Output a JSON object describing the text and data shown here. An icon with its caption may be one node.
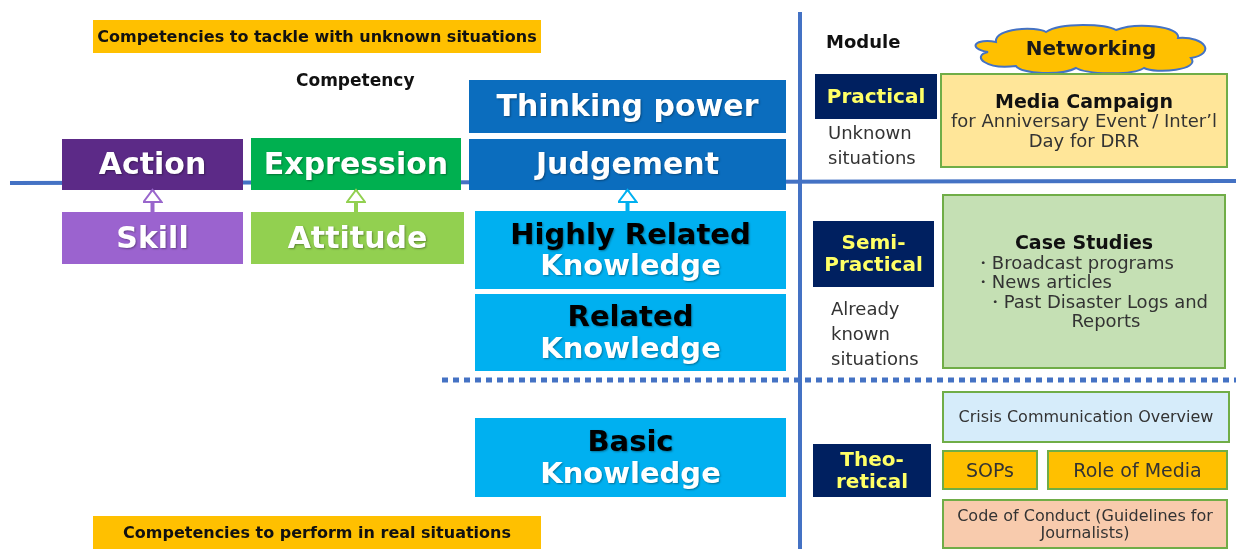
{
  "diagram": {
    "nodes": [
      {
        "text": [
          "Competencies to tackle with unknown situations"
        ]
      },
      {
        "text": [
          "Action"
        ]
      },
      {
        "text": [
          "Expression"
        ]
      },
      {
        "text": [
          "Thinking power"
        ]
      },
      {
        "text": [
          "Judgement"
        ]
      },
      {
        "text": [
          "Skill"
        ]
      },
      {
        "text": [
          "Attitude"
        ]
      },
      {
        "text": [
          "Highly Related",
          "Knowledge"
        ]
      },
      {
        "text": [
          "Related",
          "Knowledge"
        ]
      },
      {
        "text": [
          "Basic",
          "Knowledge"
        ]
      },
      {
        "text": [
          "Competencies to perform in real situations"
        ]
      },
      {
        "text": [
          "Networking"
        ]
      },
      {
        "text": [
          "Practical"
        ],
        "beside": [
          "Unknown situations"
        ]
      },
      {
        "text": [
          "Media Campaign",
          "for Anniversary Event / Inter’l Day for DRR"
        ]
      },
      {
        "text": [
          "Semi-Practical"
        ],
        "beside": [
          "Already known situations"
        ]
      },
      {
        "text": [
          "Case Studies",
          "・Broadcast programs",
          "・News articles",
          "・Past Disaster Logs and Reports"
        ]
      },
      {
        "text": [
          "Theo-retical"
        ]
      },
      {
        "text": [
          "Crisis Communication Overview"
        ]
      },
      {
        "text": [
          "SOPs"
        ]
      },
      {
        "text": [
          "Role of Media"
        ]
      },
      {
        "text": [
          "Code of Conduct (Guidelines for Journalists)"
        ]
      }
    ],
    "edges": [
      {
        "from": 5,
        "to": 1,
        "arrow": "to",
        "color": "#9966cc"
      },
      {
        "from": 6,
        "to": 2,
        "arrow": "to",
        "color": "#92d050"
      },
      {
        "from": 7,
        "to": 4,
        "arrow": "to",
        "color": "#00b0f0"
      }
    ],
    "labels": [
      "Competency",
      "Module"
    ]
  }
}
